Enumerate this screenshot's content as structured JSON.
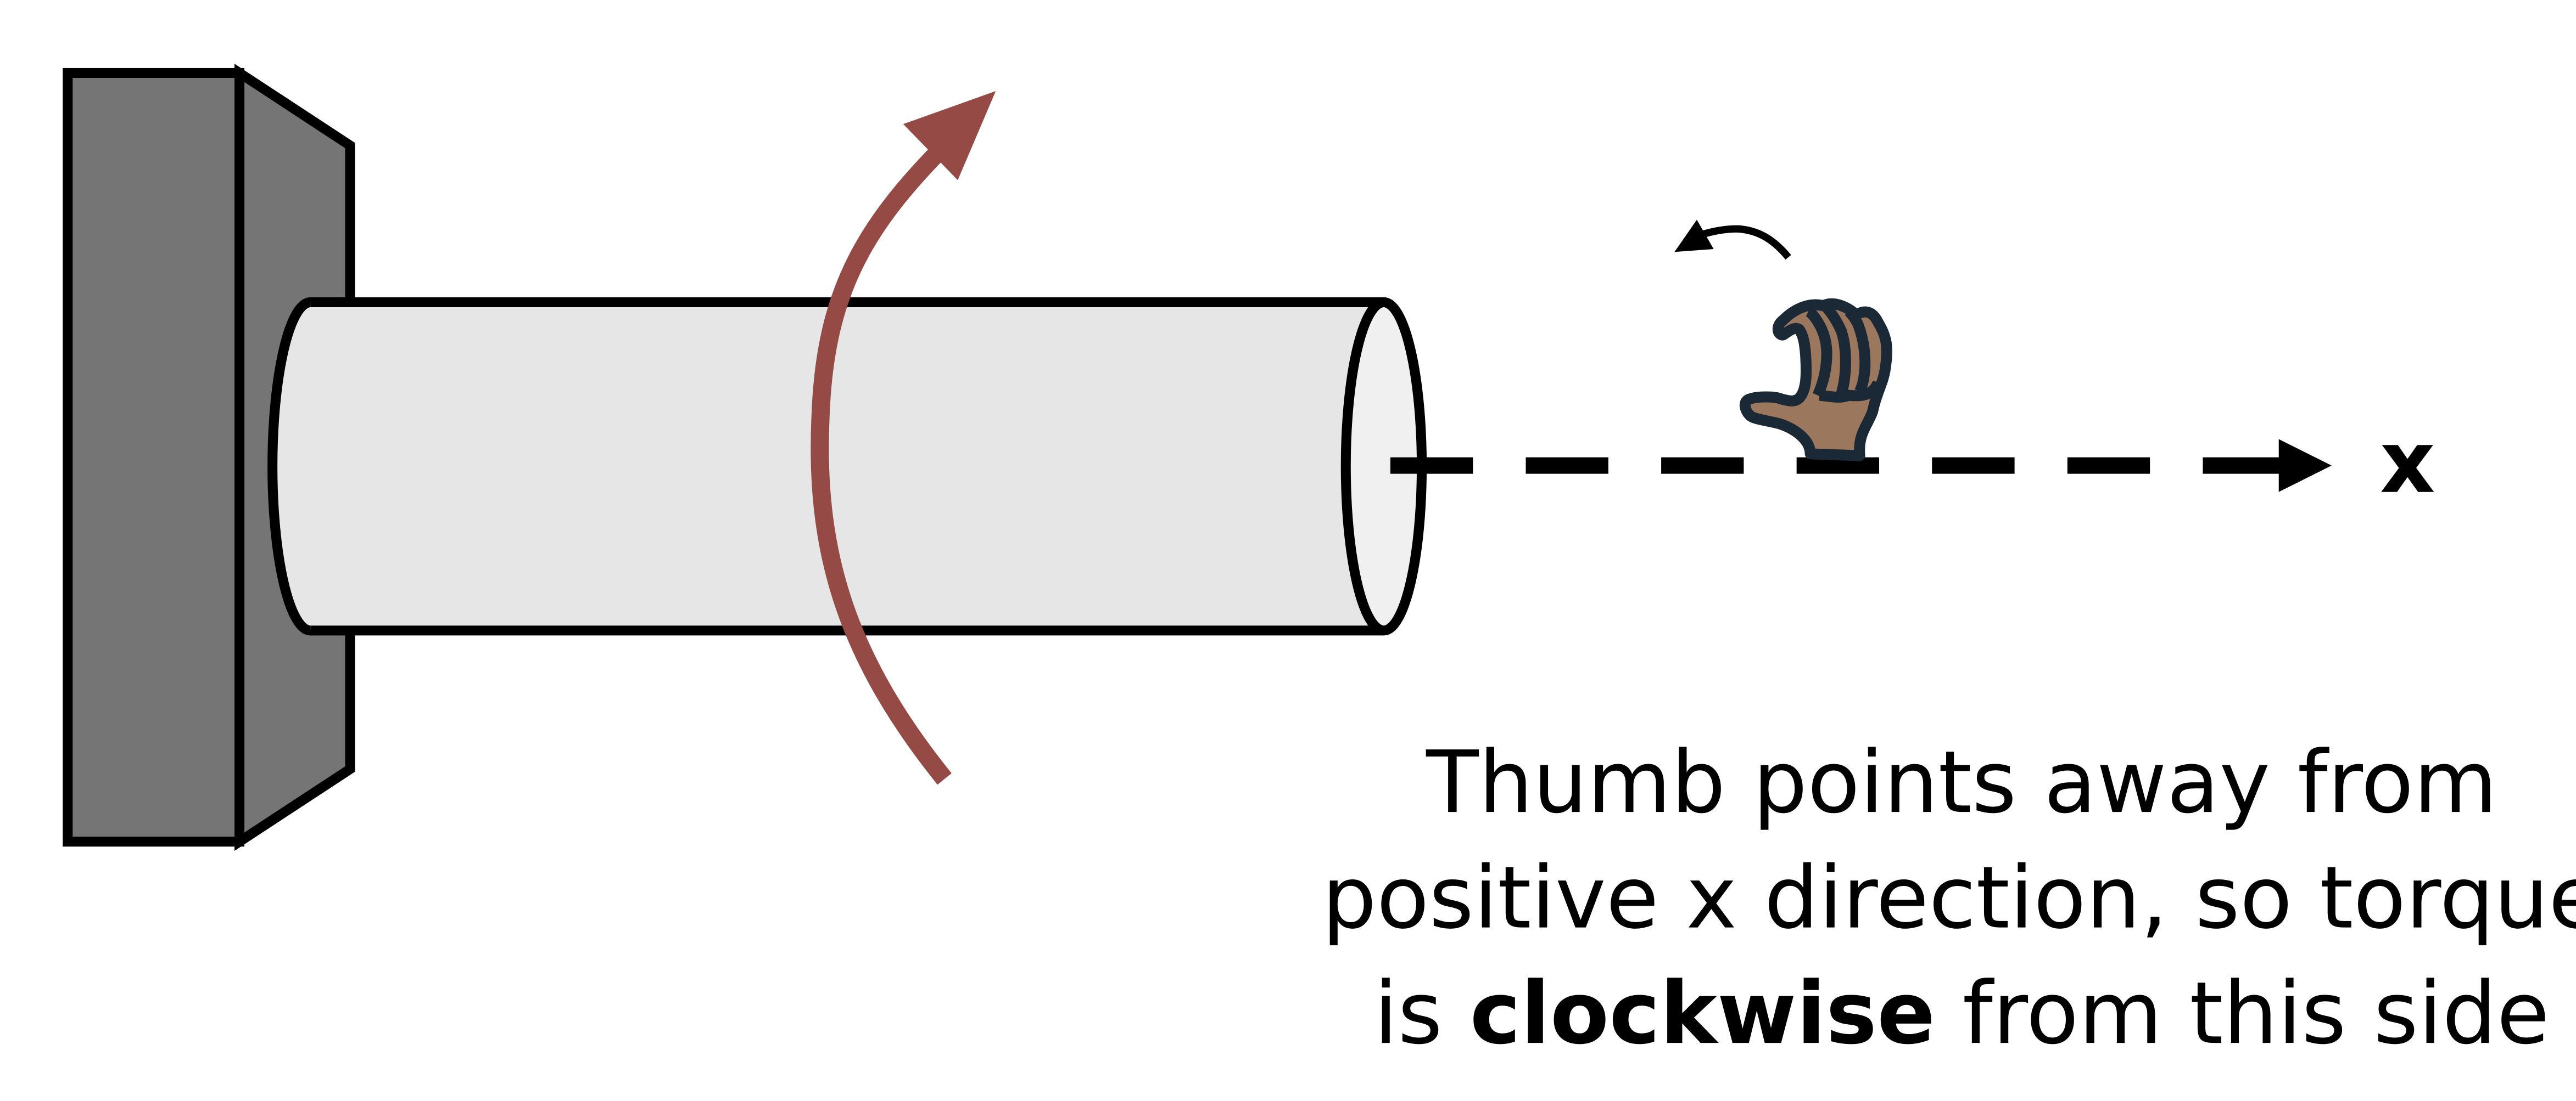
{
  "axis_label": "x",
  "caption": {
    "line1": "Thumb points away from",
    "line2": "positive x direction, so torque",
    "line3_pre": "is ",
    "line3_bold": "clockwise",
    "line3_post": " from this side"
  },
  "colors": {
    "wall": "#757575",
    "shaft": "#e6e6e6",
    "torque_arrow": "#954a45",
    "skin": "#9b785d",
    "hand_outline": "#1a2935"
  },
  "icons": [
    "right-hand-rule-hand-icon",
    "rotation-arrow-icon"
  ]
}
